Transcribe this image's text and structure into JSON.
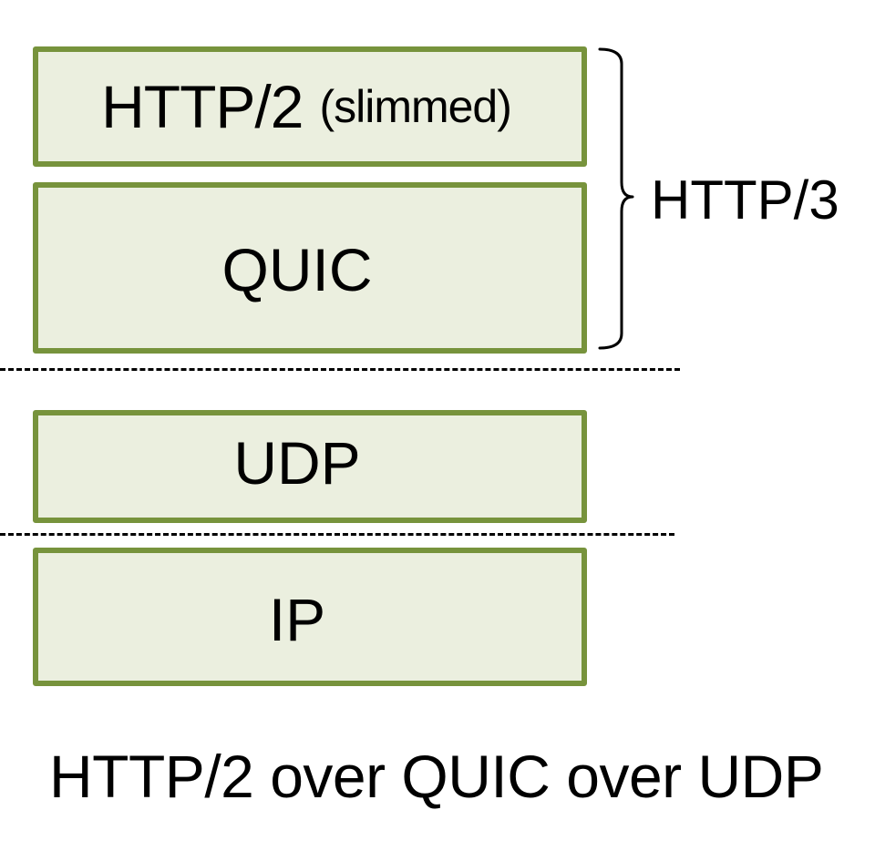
{
  "diagram": {
    "layers": {
      "http2": {
        "label": "HTTP/2",
        "qualifier": "(slimmed)"
      },
      "quic": {
        "label": "QUIC"
      },
      "udp": {
        "label": "UDP"
      },
      "ip": {
        "label": "IP"
      }
    },
    "bracket_label": "HTTP/3",
    "caption": "HTTP/2 over QUIC over UDP"
  },
  "colors": {
    "box_fill": "#ebefdf",
    "box_border": "#77933c",
    "text": "#000000",
    "background": "#ffffff"
  }
}
